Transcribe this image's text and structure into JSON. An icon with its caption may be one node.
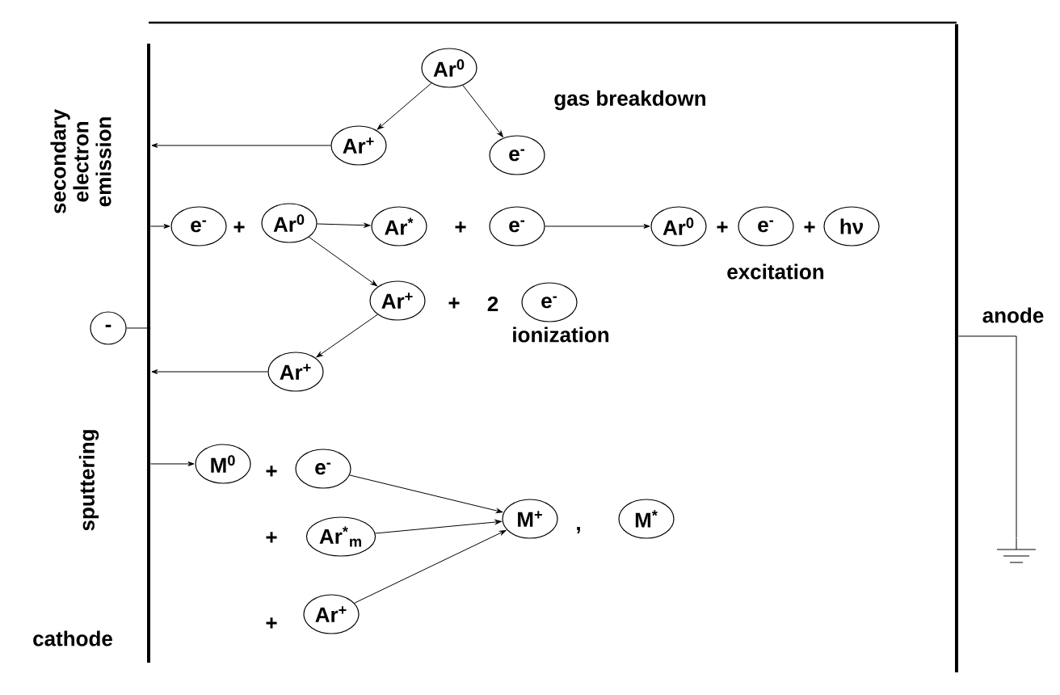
{
  "diagram": {
    "nodes": [
      {
        "text": [
          "Ar$^{0}$"
        ]
      },
      {
        "text": [
          "Ar$^{+}$"
        ]
      },
      {
        "text": [
          "e$^{-}$"
        ]
      },
      {
        "text": [
          "e$^{-}$"
        ]
      },
      {
        "text": [
          "Ar$^{0}$"
        ]
      },
      {
        "text": [
          "Ar$^{*}$"
        ]
      },
      {
        "text": [
          "e$^{-}$"
        ]
      },
      {
        "text": [
          "Ar$^{0}$"
        ]
      },
      {
        "text": [
          "e$^{-}$"
        ]
      },
      {
        "text": [
          "hν"
        ]
      },
      {
        "text": [
          "Ar$^{+}$"
        ]
      },
      {
        "text": [
          "e$^{-}$"
        ]
      },
      {
        "text": [
          "-"
        ]
      },
      {
        "text": [
          "Ar$^{+}$"
        ]
      },
      {
        "text": [
          "M$^{0}$"
        ]
      },
      {
        "text": [
          "e$^{-}$"
        ]
      },
      {
        "text": [
          "Ar$^{*}$$_{m}$"
        ]
      },
      {
        "text": [
          "Ar$^{+}$"
        ]
      },
      {
        "text": [
          "M$^{+}$"
        ]
      },
      {
        "text": [
          "M$^{*}$"
        ]
      },
      {
        "text": [],
        "shape": "bar"
      },
      {
        "text": [],
        "shape": "bar"
      },
      {
        "text": [],
        "shape": "ground"
      }
    ],
    "edges": [
      {
        "from": 0,
        "to": 1,
        "arrow": "to"
      },
      {
        "from": 0,
        "to": 2,
        "arrow": "to"
      },
      {
        "from": 1,
        "to": 20,
        "arrow": "to"
      },
      {
        "from": 20,
        "to": 3,
        "arrow": "to"
      },
      {
        "from": 4,
        "to": 5,
        "arrow": "to"
      },
      {
        "from": 6,
        "to": 7,
        "arrow": "to"
      },
      {
        "from": 4,
        "to": 10,
        "arrow": "to"
      },
      {
        "from": 10,
        "to": 13,
        "arrow": "to"
      },
      {
        "from": 13,
        "to": 20,
        "arrow": "to"
      },
      {
        "from": 20,
        "to": 14,
        "arrow": "to"
      },
      {
        "from": 15,
        "to": 18,
        "arrow": "to"
      },
      {
        "from": 16,
        "to": 18,
        "arrow": "to"
      },
      {
        "from": 17,
        "to": 18,
        "arrow": "to"
      },
      {
        "from": 12,
        "to": 20,
        "arrow": "none"
      },
      {
        "from": 21,
        "to": 22,
        "arrow": "none"
      }
    ],
    "labels": [
      "secondary electron emission",
      "gas breakdown",
      "+",
      "+",
      "+",
      "+",
      "excitation",
      "+",
      "2",
      "ionization",
      "anode",
      "sputtering",
      "+",
      "+",
      "+",
      ",",
      "cathode"
    ]
  }
}
